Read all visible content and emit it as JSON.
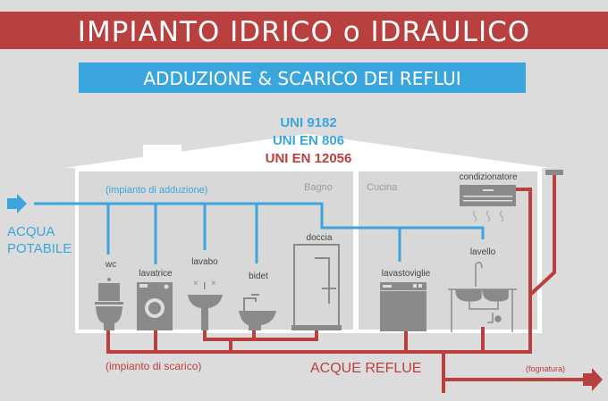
{
  "title": "IMPIANTO IDRICO o IDRAULICO",
  "subtitle": "ADDUZIONE & SCARICO DEI REFLUI",
  "standards": [
    "UNI 9182",
    "UNI EN 806",
    "UNI EN 12056"
  ],
  "labels": {
    "supply_line": "(impianto di adduzione)",
    "drain_line": "(impianto di scarico)",
    "inlet_1": "ACQUA",
    "inlet_2": "POTABILE",
    "waste": "ACQUE REFLUE",
    "sewer": "(fognatura)",
    "bathroom": "Bagno",
    "kitchen": "Cucina"
  },
  "fixtures": {
    "wc": "wc",
    "washing_machine": "lavatrice",
    "washbasin": "lavabo",
    "bidet": "bidet",
    "shower": "doccia",
    "dishwasher": "lavastoviglie",
    "sink": "lavello",
    "air_conditioner": "condizionatore"
  },
  "colors": {
    "red": "#b8403f",
    "blue": "#3aa6dd",
    "background": "#dcdcdc",
    "appliance": "#8a8a8a"
  }
}
